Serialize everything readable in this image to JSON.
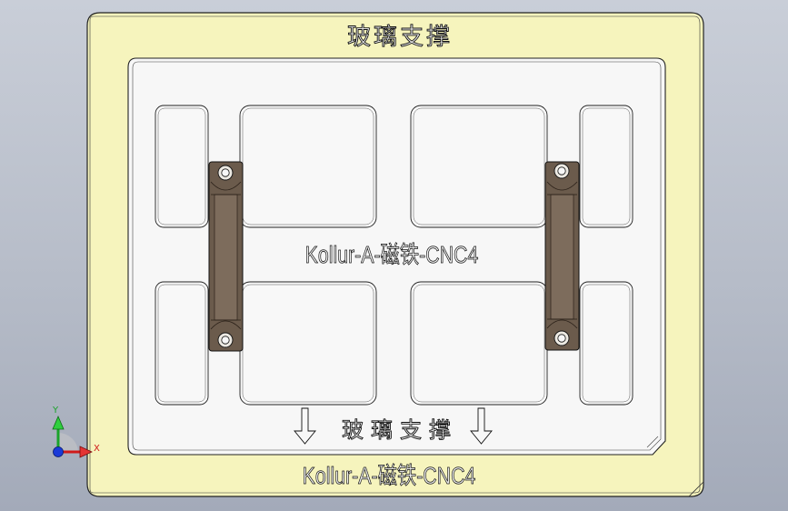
{
  "labels": {
    "top_title": "玻璃支撑",
    "center_label": "Kollur-A-磁铁-CNC4",
    "inner_bottom_title": "玻璃支撑",
    "bottom_label": "Kollur-A-磁铁-CNC4"
  },
  "triad": {
    "y_label": "Y",
    "x_label": "X"
  },
  "colors": {
    "plate": "#f6f4bd",
    "frame": "#f6f6f6",
    "bracket": "#7a6a5a",
    "axis_x": "#d11a1a",
    "axis_y": "#1aa32a",
    "axis_z": "#1a3ad8"
  }
}
